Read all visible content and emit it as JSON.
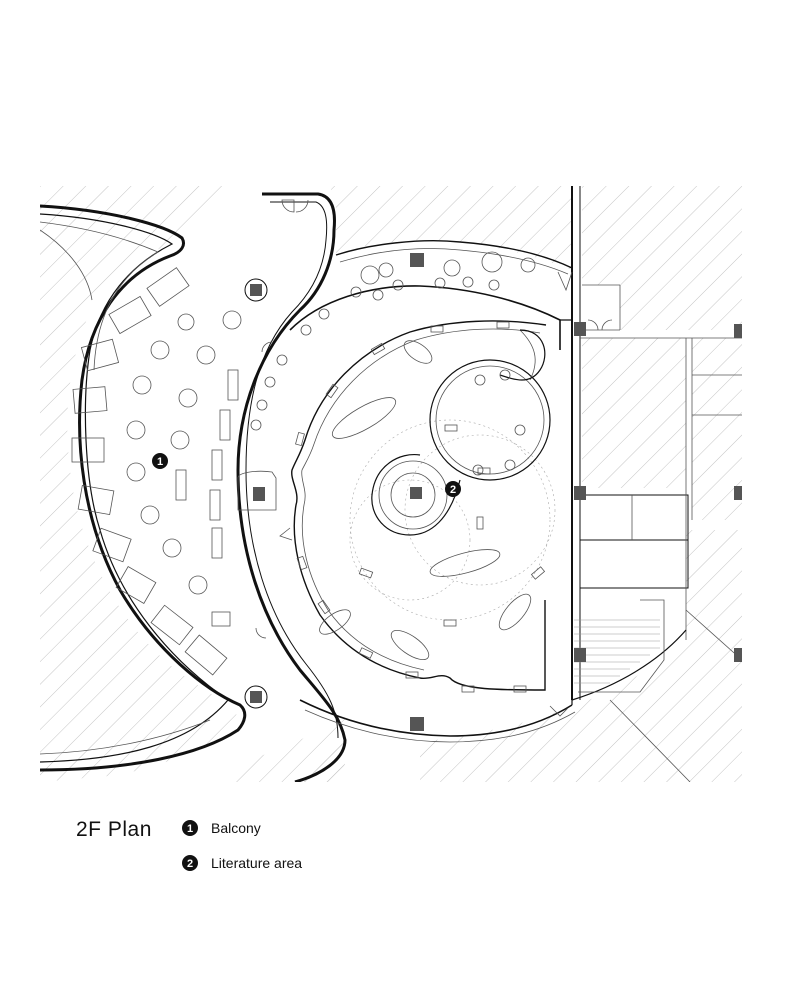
{
  "plan": {
    "title": "2F Plan",
    "markers": [
      {
        "number": "1",
        "label": "Balcony"
      },
      {
        "number": "2",
        "label": "Literature area"
      }
    ]
  },
  "colors": {
    "line": "#111111",
    "hatch": "#bdbdbd",
    "column": "#555555",
    "background": "#ffffff"
  }
}
